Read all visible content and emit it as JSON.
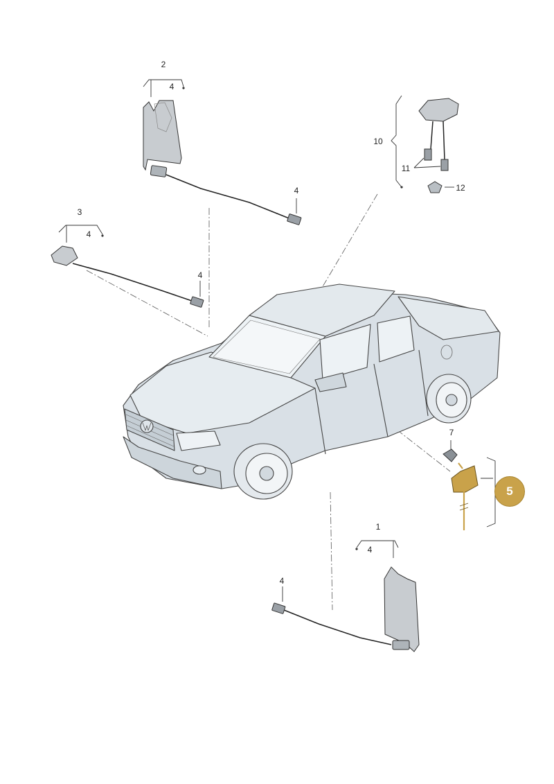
{
  "callouts": {
    "c1": "1",
    "c2": "2",
    "c3": "3",
    "c4": "4",
    "c7": "7",
    "c10": "10",
    "c11": "11",
    "c12": "12"
  },
  "highlight": {
    "label": "5",
    "color": "#c9a24a"
  },
  "colors": {
    "line": "#333333",
    "part_fill": "#c8ccd0",
    "vehicle_fill": "#d9e0e6"
  }
}
